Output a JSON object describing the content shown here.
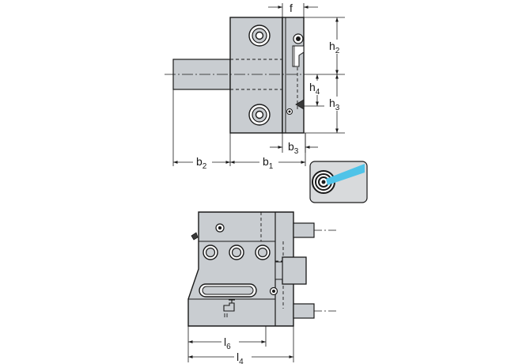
{
  "labels": {
    "f": "f",
    "h2": "h",
    "h2_sub": "2",
    "h4": "h",
    "h4_sub": "4",
    "h3": "h",
    "h3_sub": "3",
    "b3": "b",
    "b3_sub": "3",
    "b2": "b",
    "b2_sub": "2",
    "b1": "b",
    "b1_sub": "1",
    "l6": "l",
    "l6_sub": "6",
    "l4": "l",
    "l4_sub": "4"
  },
  "colors": {
    "body_fill": "#c9cdd1",
    "body_stroke": "#1a1a1a",
    "dark_fill": "#3a3a3a",
    "coolant_accent": "#4fc3e8",
    "badge_fill": "#d8dadc"
  },
  "icons": {
    "coolant": "coolant-target-icon",
    "tap": "coolant-tap-icon"
  }
}
